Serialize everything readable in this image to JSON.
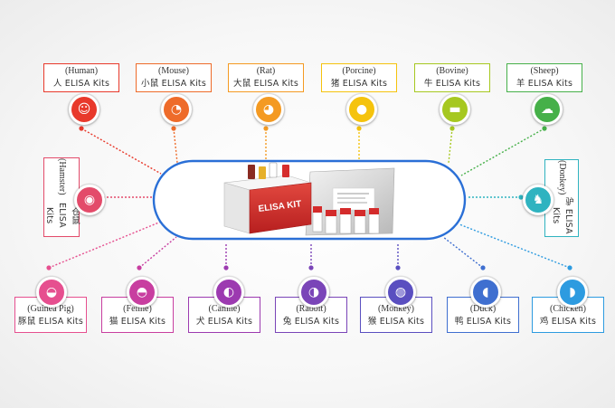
{
  "product": {
    "kit_box_label": "ELISA KIT"
  },
  "species": [
    {
      "id": "human",
      "en": "(Human)",
      "cn": "人 ELISA Kits",
      "icon": "human-icon",
      "glyph": "☺",
      "color": "#e8392b"
    },
    {
      "id": "mouse",
      "en": "(Mouse)",
      "cn": "小鼠 ELISA Kits",
      "icon": "mouse-icon",
      "glyph": "◔",
      "color": "#ee6b2a"
    },
    {
      "id": "rat",
      "en": "(Rat)",
      "cn": "大鼠 ELISA Kits",
      "icon": "rat-icon",
      "glyph": "◕",
      "color": "#f49a22"
    },
    {
      "id": "porcine",
      "en": "(Porcine)",
      "cn": "猪 ELISA Kits",
      "icon": "pig-icon",
      "glyph": "●",
      "color": "#f5c30d"
    },
    {
      "id": "bovine",
      "en": "(Bovine)",
      "cn": "牛 ELISA Kits",
      "icon": "cow-icon",
      "glyph": "▬",
      "color": "#a6c820"
    },
    {
      "id": "sheep",
      "en": "(Sheep)",
      "cn": "羊 ELISA Kits",
      "icon": "sheep-icon",
      "glyph": "☁",
      "color": "#46b049"
    },
    {
      "id": "hamster",
      "en": "(Hamster)",
      "cn": "仓鼠 ELISA Kits",
      "icon": "hamster-icon",
      "glyph": "◉",
      "color": "#e34b6a"
    },
    {
      "id": "donkey",
      "en": "(Donkey)",
      "cn": "驴 ELISA Kits",
      "icon": "donkey-icon",
      "glyph": "♞",
      "color": "#2fb3c0"
    },
    {
      "id": "guinea_pig",
      "en": "(Guinea Pig)",
      "cn": "豚鼠 ELISA Kits",
      "icon": "guinea-pig-icon",
      "glyph": "◒",
      "color": "#e64f8f"
    },
    {
      "id": "feline",
      "en": "(Feline)",
      "cn": "猫 ELISA Kits",
      "icon": "cat-icon",
      "glyph": "◓",
      "color": "#c83ea0"
    },
    {
      "id": "canine",
      "en": "(Canine)",
      "cn": "犬 ELISA Kits",
      "icon": "dog-icon",
      "glyph": "◐",
      "color": "#9c3ab0"
    },
    {
      "id": "rabbit",
      "en": "(Rabbit)",
      "cn": "兔 ELISA Kits",
      "icon": "rabbit-icon",
      "glyph": "◑",
      "color": "#7a45b8"
    },
    {
      "id": "monkey",
      "en": "(Monkey)",
      "cn": "猴 ELISA Kits",
      "icon": "monkey-icon",
      "glyph": "◍",
      "color": "#5a4fc0"
    },
    {
      "id": "duck",
      "en": "(Duck)",
      "cn": "鸭 ELISA Kits",
      "icon": "duck-icon",
      "glyph": "◖",
      "color": "#3f6fd0"
    },
    {
      "id": "chicken",
      "en": "(Chicken)",
      "cn": "鸡 ELISA Kits",
      "icon": "chicken-icon",
      "glyph": "◗",
      "color": "#2d9be0"
    }
  ]
}
